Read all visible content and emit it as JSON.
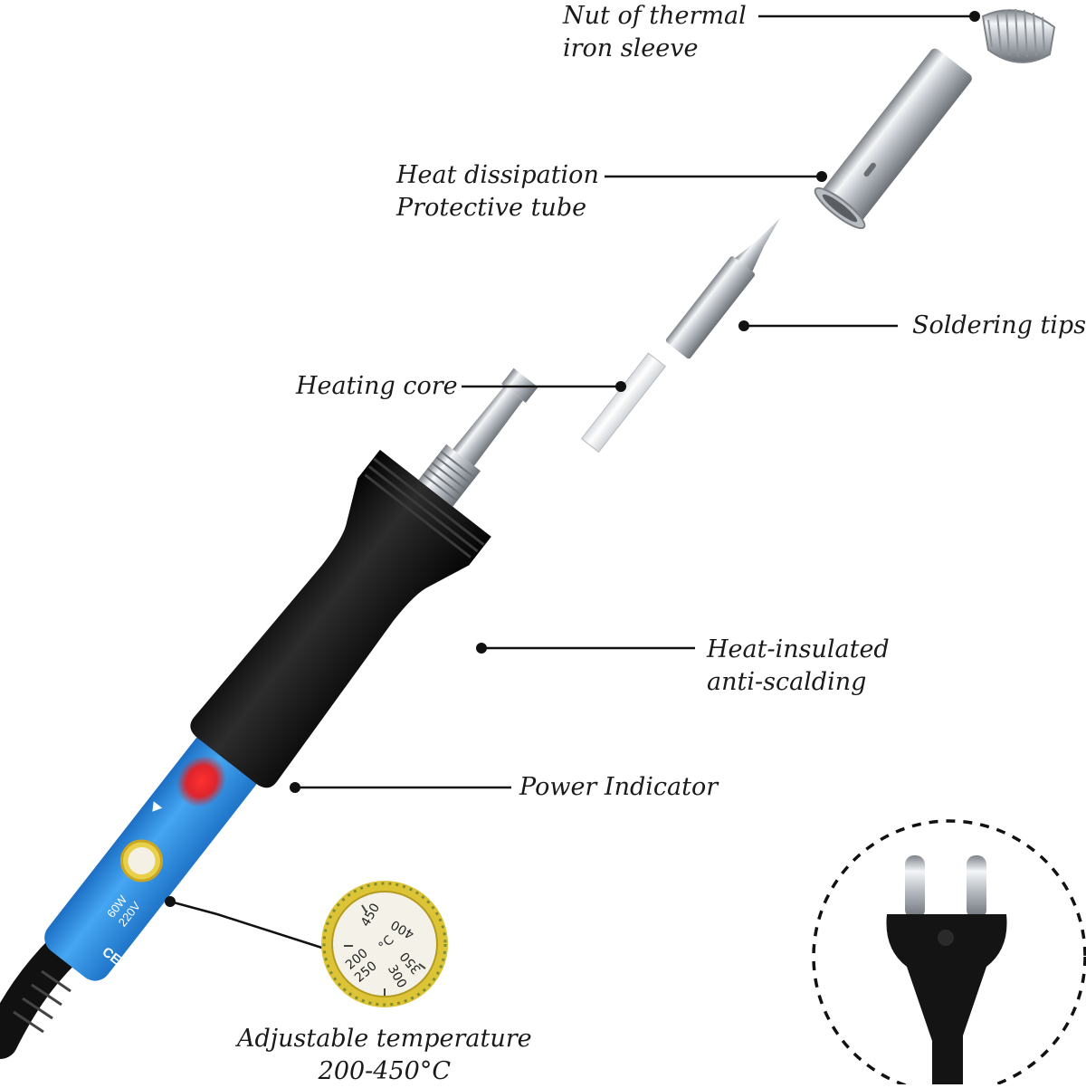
{
  "labels": {
    "nut": [
      "Nut of thermal",
      "iron sleeve"
    ],
    "tube": [
      "Heat dissipation",
      "Protective tube"
    ],
    "tips": [
      "Soldering tips"
    ],
    "core": [
      "Heating core"
    ],
    "handle": [
      "Heat-insulated",
      "anti-scalding"
    ],
    "power": [
      "Power Indicator"
    ],
    "temp": [
      "Adjustable temperature",
      "200-450°C"
    ]
  },
  "dial": {
    "unit": "°C",
    "marks": [
      "200",
      "250",
      "300",
      "350",
      "400",
      "450"
    ]
  },
  "body_text": {
    "voltage": "220V",
    "power": "60W",
    "cert": "CE"
  },
  "colors": {
    "handle_blue": "#2f8fe0",
    "handle_black": "#151515",
    "indicator_red": "#ff2222",
    "metal": "#c9cdd2",
    "dial_gold": "#e2c53e",
    "leader": "#111111"
  }
}
